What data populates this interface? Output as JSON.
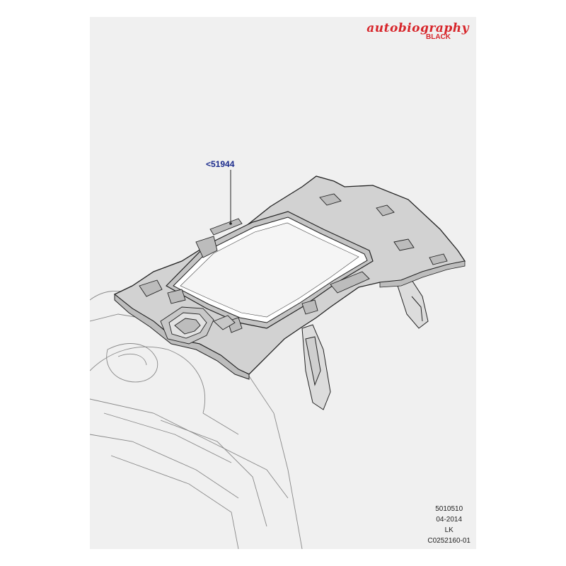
{
  "branding": {
    "script_text": "autobiography",
    "sub_text": "BLACK",
    "color": "#d7262b"
  },
  "callout": {
    "label": "<51944",
    "color": "#1a2a8c"
  },
  "footer": {
    "line1": "5010510",
    "line2": "04-2014",
    "line3": "LK",
    "line4": "C0252160-01"
  },
  "colors": {
    "sheet": "#f0f0f0",
    "headliner": "#d2d2d2",
    "line": "#222222"
  }
}
